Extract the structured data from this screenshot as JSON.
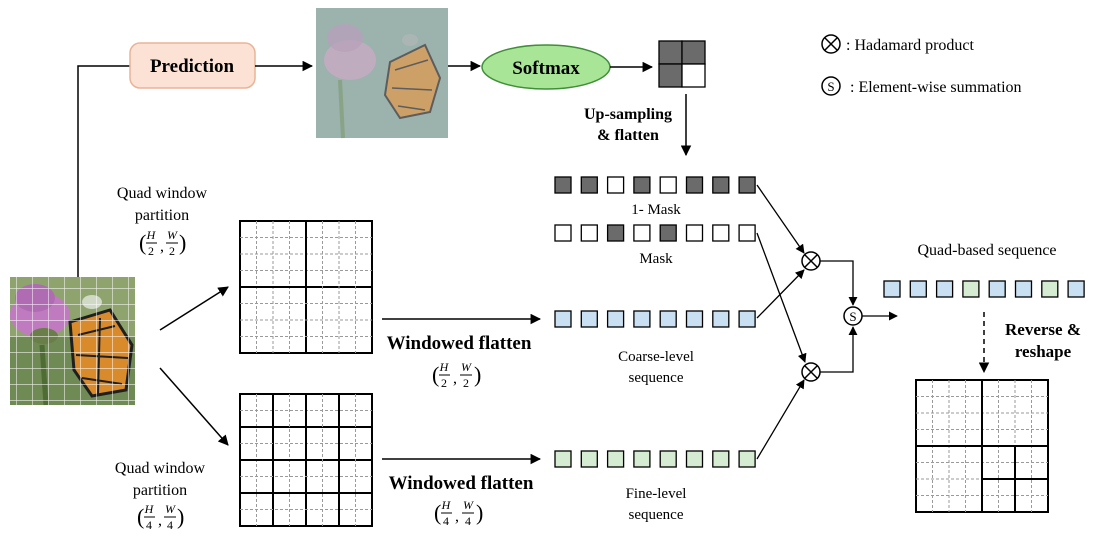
{
  "legend": {
    "hadamard": ": Hadamard product",
    "summation": ": Element-wise summation",
    "sum_symbol": "S"
  },
  "prediction": {
    "label": "Prediction"
  },
  "softmax": {
    "label": "Softmax"
  },
  "upsampling": {
    "line1": "Up-sampling",
    "line2": "& flatten"
  },
  "mask_labels": {
    "one_minus_mask": "1- Mask",
    "mask": "Mask"
  },
  "quad_top": {
    "line1": "Quad window",
    "line2": "partition",
    "size_num_h": "H",
    "size_den_h": "2",
    "size_num_w": "W",
    "size_den_w": "2"
  },
  "quad_bottom": {
    "line1": "Quad window",
    "line2": "partition",
    "size_num_h": "H",
    "size_den_h": "4",
    "size_num_w": "W",
    "size_den_w": "4"
  },
  "windowed_top": {
    "label": "Windowed flatten",
    "size_num_h": "H",
    "size_den_h": "2",
    "size_num_w": "W",
    "size_den_w": "2"
  },
  "windowed_bottom": {
    "label": "Windowed flatten",
    "size_num_h": "H",
    "size_den_h": "4",
    "size_num_w": "W",
    "size_den_w": "4"
  },
  "coarse": {
    "line1": "Coarse-level",
    "line2": "sequence"
  },
  "fine": {
    "line1": "Fine-level",
    "line2": "sequence"
  },
  "quad_based": {
    "label": "Quad-based sequence"
  },
  "reverse": {
    "line1": "Reverse &",
    "line2": "reshape"
  },
  "sequences": {
    "one_minus_mask": [
      "dark",
      "dark",
      "white",
      "dark",
      "white",
      "dark",
      "dark",
      "dark"
    ],
    "mask": [
      "white",
      "white",
      "dark",
      "white",
      "dark",
      "white",
      "white",
      "white"
    ],
    "coarse": [
      "blue",
      "blue",
      "blue",
      "blue",
      "blue",
      "blue",
      "blue",
      "blue"
    ],
    "fine": [
      "green",
      "green",
      "green",
      "green",
      "green",
      "green",
      "green",
      "green"
    ],
    "quad_based": [
      "blue",
      "blue",
      "blue",
      "green",
      "blue",
      "blue",
      "green",
      "blue"
    ]
  },
  "softmax_grid": [
    "dark",
    "dark",
    "dark",
    "white"
  ],
  "colors": {
    "dark": "#6b6b6b",
    "white": "#ffffff",
    "blue": "#c9e0f2",
    "green": "#d6ecd2",
    "prediction_fill": "#fce2d4",
    "prediction_stroke": "#eab397",
    "softmax_fill": "#a9e596",
    "softmax_stroke": "#3f8f38"
  },
  "icons": {
    "image_input": "butterfly-on-thistle-photo",
    "image_prediction": "faded-butterfly-photo",
    "hadamard": "circled-times-icon",
    "summation": "circled-s-icon"
  }
}
